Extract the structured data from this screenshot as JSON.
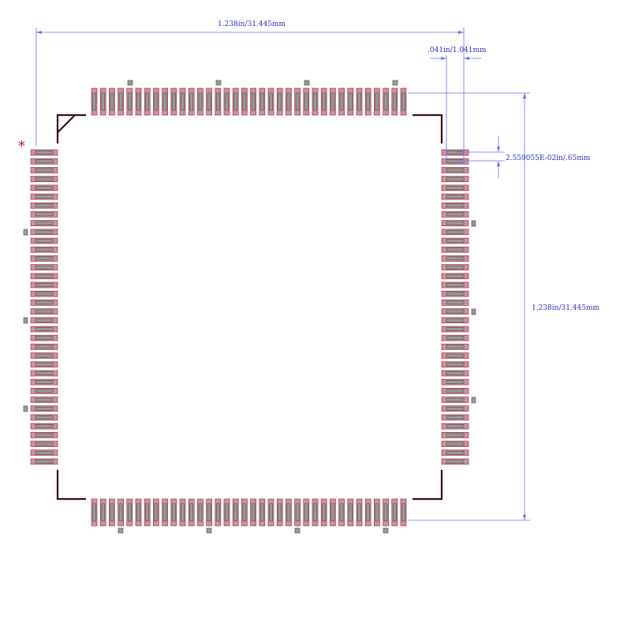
{
  "dimensions": {
    "width_label": "1.238in/31.445mm",
    "pad_length_label": ".041in/1.041mm",
    "pitch_label": "2.559055E-02in/.65mm",
    "height_label": "1.238in/31.445mm"
  },
  "pin1_marker": "*",
  "package": {
    "pins_per_side": 36,
    "colors": {
      "outline": "#3a0d14",
      "pad_fill": "#d98c9a",
      "pad_stroke": "#8a3a4a",
      "pad_center": "#9a9a9a",
      "pad_center_stroke": "#555555",
      "dimension_line": "#6b6bff",
      "dimension_text": "#2b2bcf",
      "pin1_marker": "#c8102e"
    }
  }
}
